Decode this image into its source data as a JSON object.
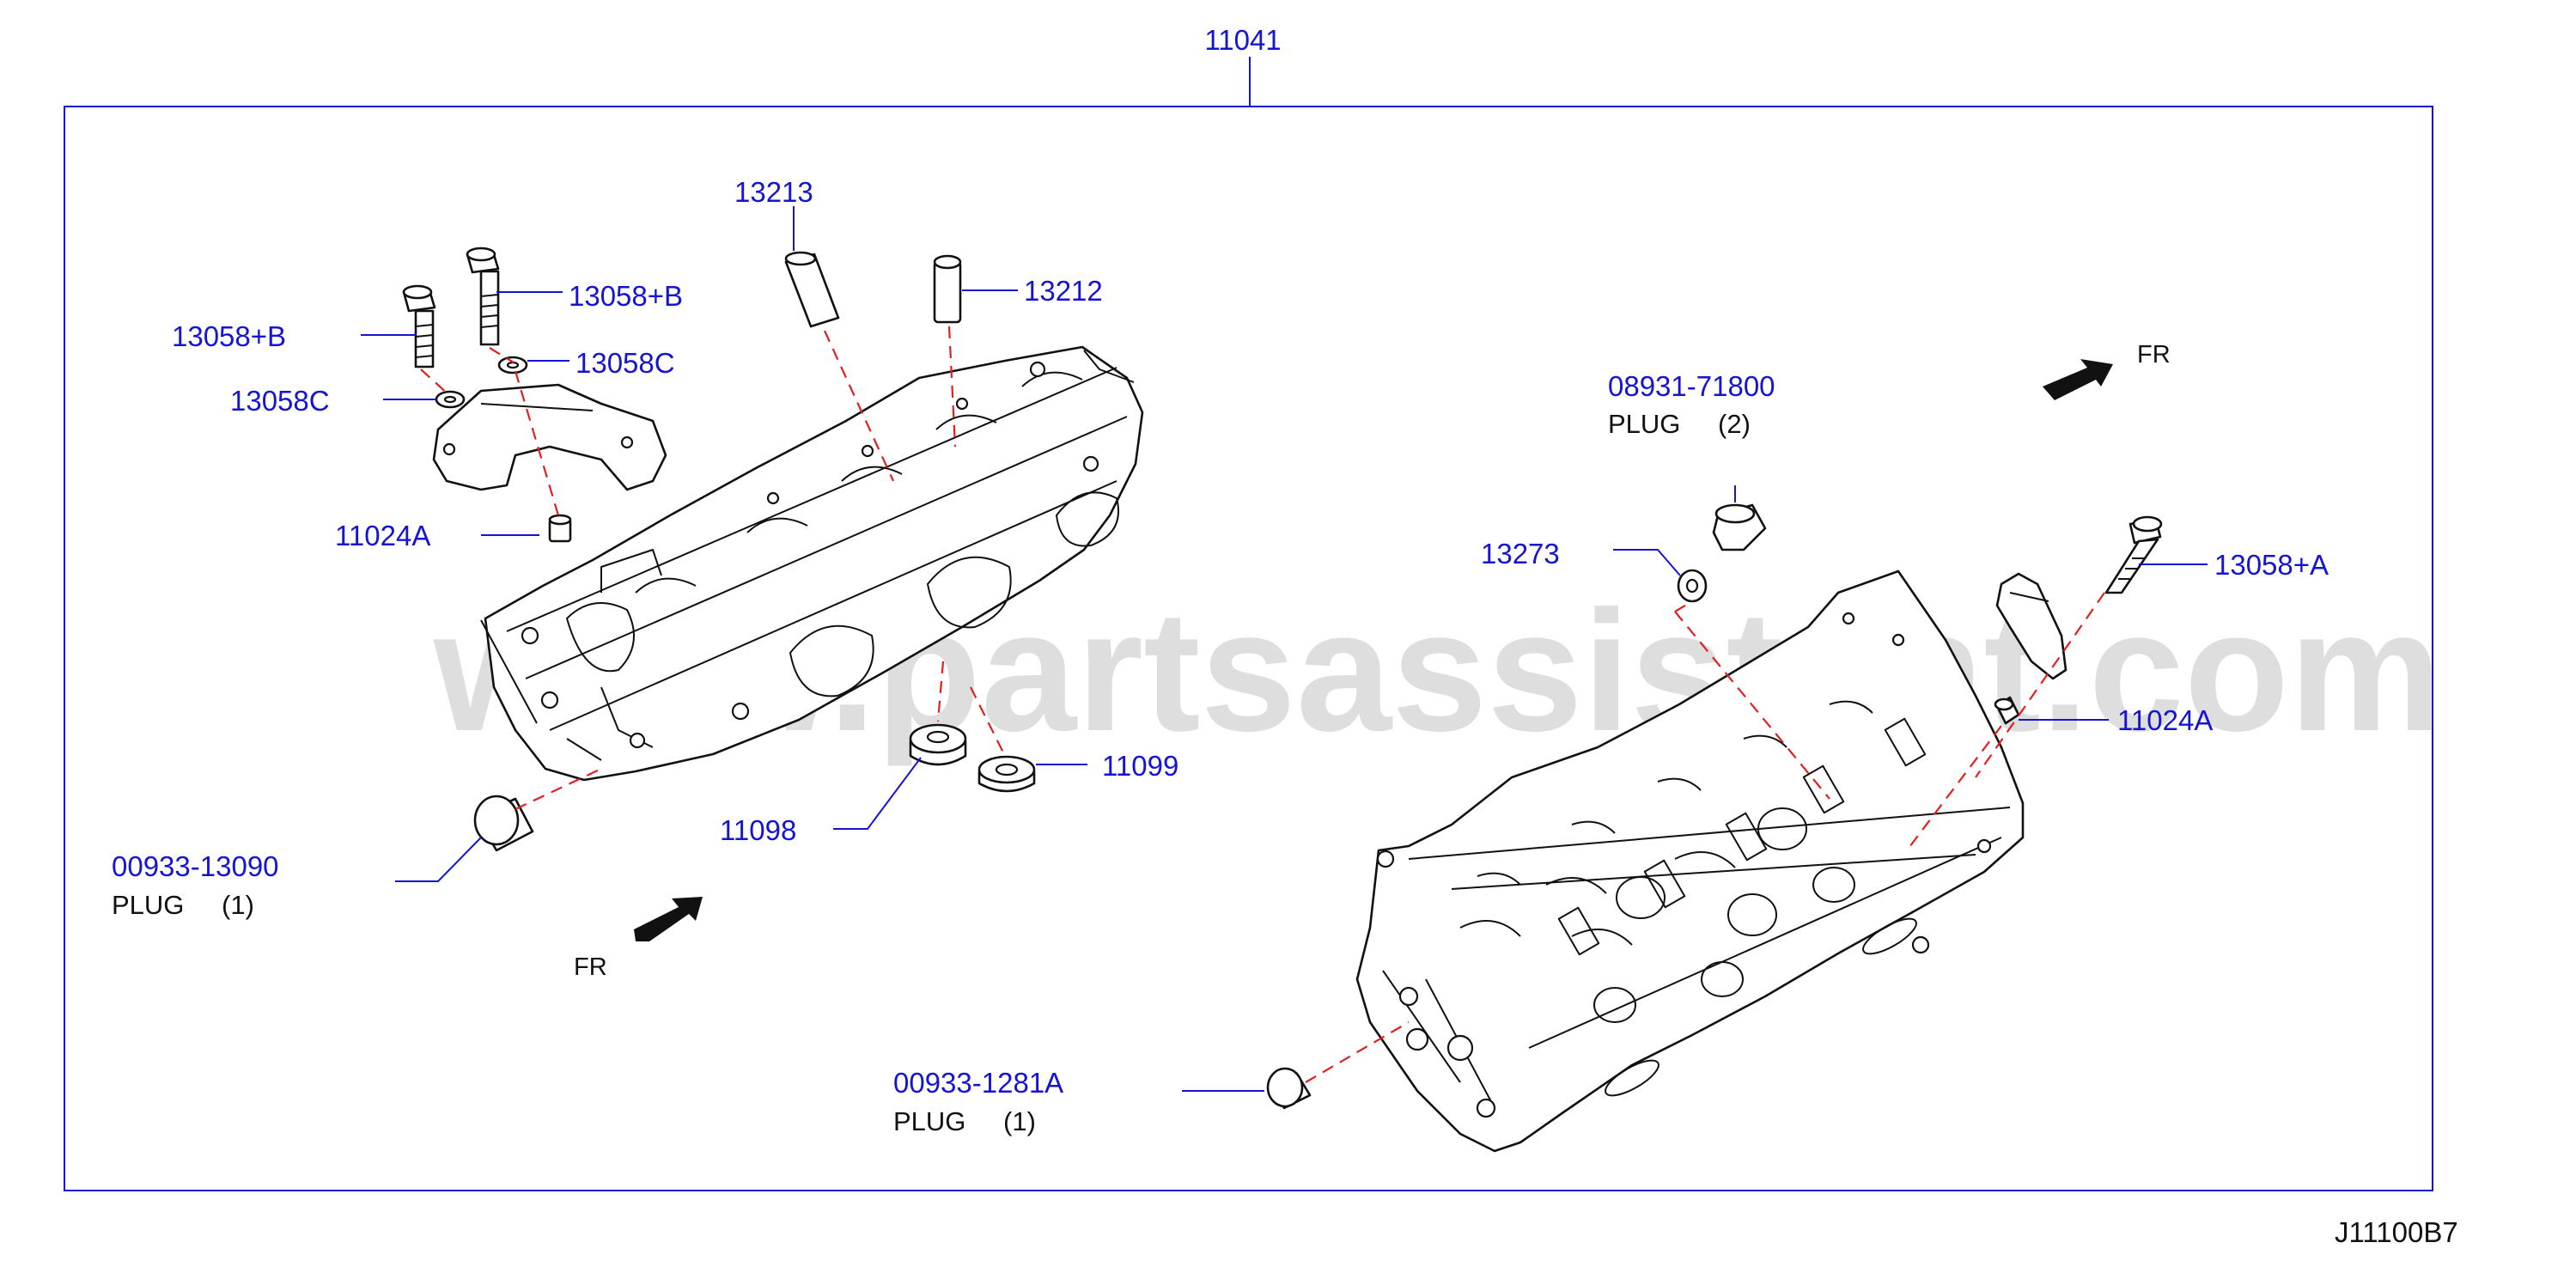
{
  "assembly": {
    "number": "11041"
  },
  "callouts": {
    "bolt_b_left": "13058+B",
    "bolt_b_right": "13058+B",
    "washer_c_left": "13058C",
    "washer_c_right": "13058C",
    "dowel_a_left": "11024A",
    "pin_13213": "13213",
    "pin_13212": "13212",
    "seal_11098": "11098",
    "seal_11099": "11099",
    "plug_left": "00933-13090",
    "plug_left_desc": "PLUG",
    "plug_left_qty": "(1)",
    "plug_top": "08931-71800",
    "plug_top_desc": "PLUG",
    "plug_top_qty": "(2)",
    "washer_13273": "13273",
    "bolt_a": "13058+A",
    "dowel_a_right": "11024A",
    "plug_bottom": "00933-1281A",
    "plug_bottom_desc": "PLUG",
    "plug_bottom_qty": "(1)"
  },
  "direction": {
    "left_fr": "FR",
    "right_fr": "FR"
  },
  "diagram_code": "J11100B7",
  "watermark": "www.partsassistant.com",
  "colors": {
    "callout": "#1414d2",
    "leader": "#1414d2",
    "centerline": "#e02020",
    "frame": "#1414d2",
    "line_art": "#111111"
  }
}
